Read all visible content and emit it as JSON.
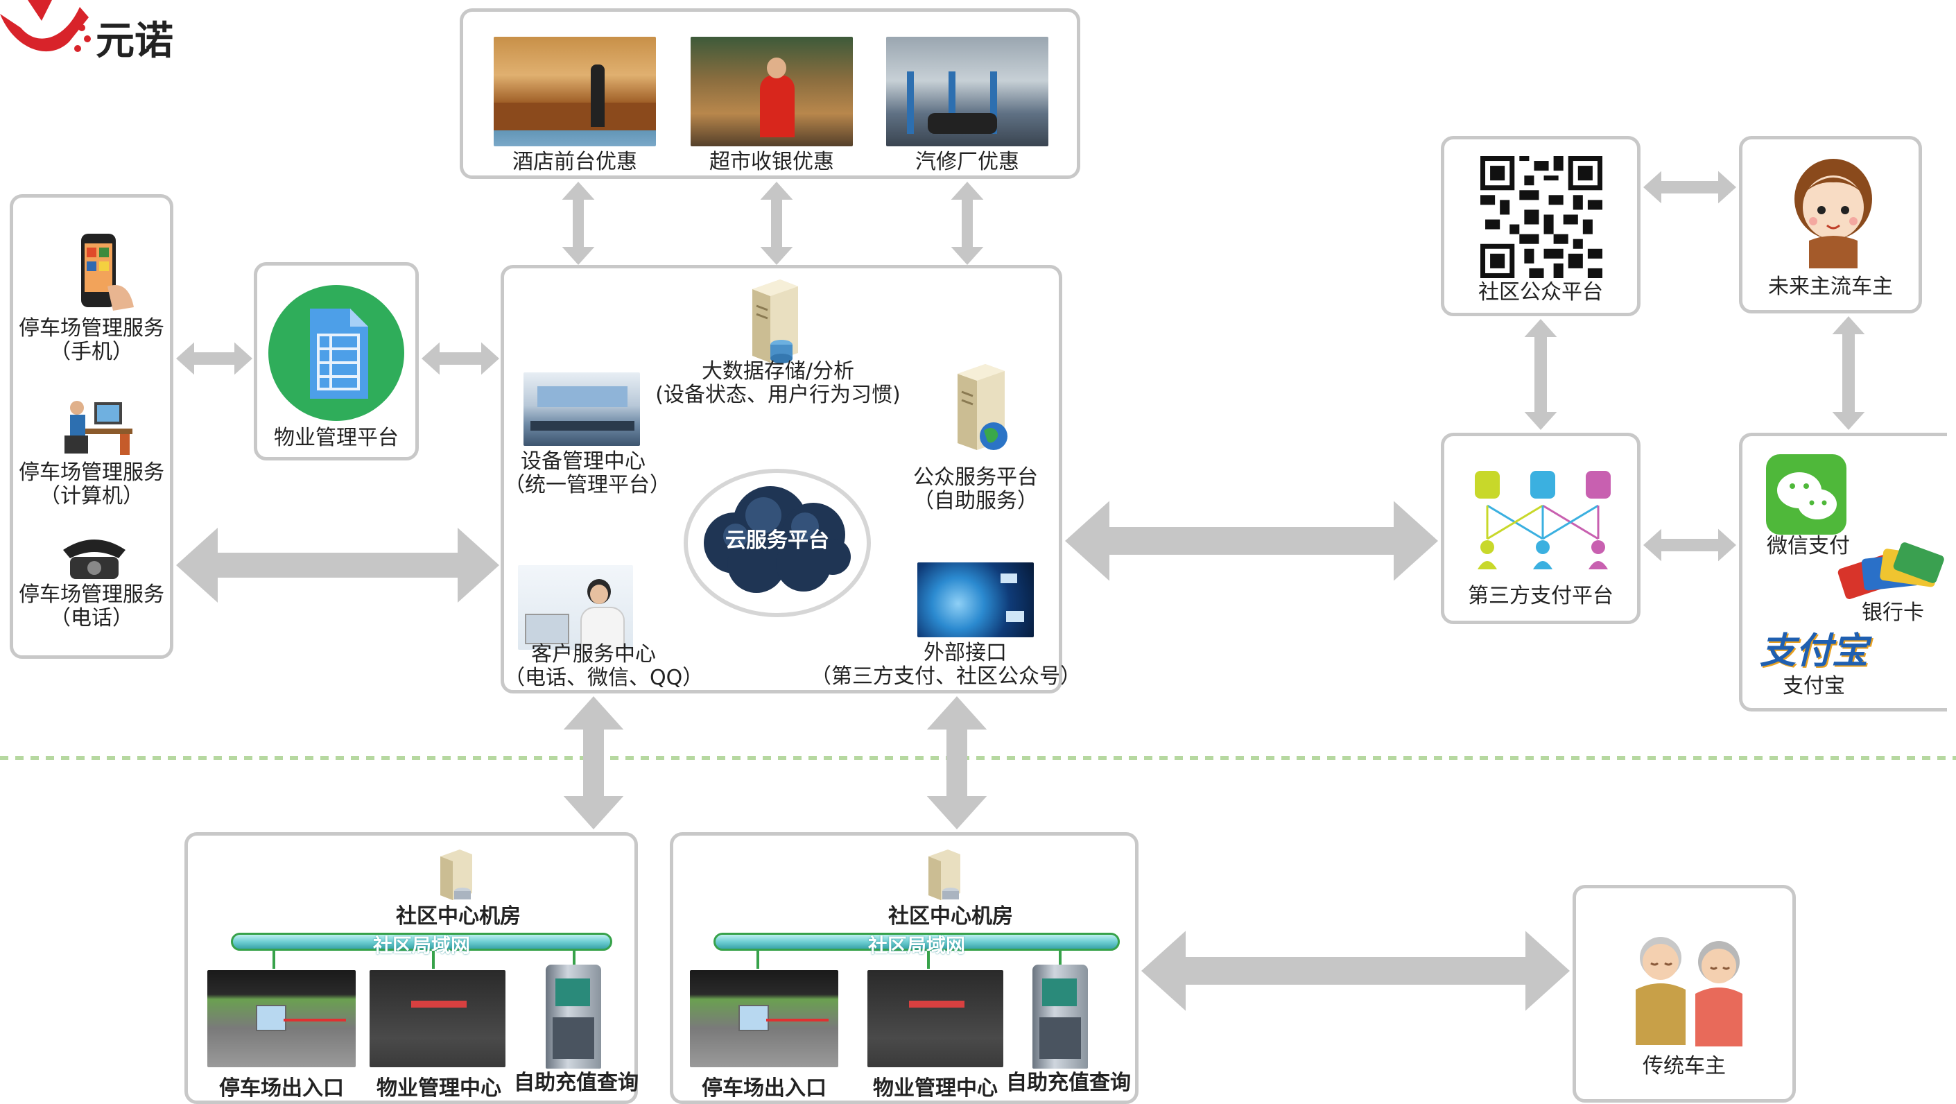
{
  "brand": {
    "name": "元诺",
    "logo_icon": "yuannuo-logo-icon"
  },
  "colors": {
    "arrow": "#c6c6c6",
    "box_border": "#c8c8c8",
    "brand_red": "#d8232a",
    "dashed_divider": "#b6d8a0",
    "lan_bar": "#6fcfd3",
    "cloud": "#1f3554",
    "wechat_green": "#4fb83a"
  },
  "top_services": [
    {
      "label": "酒店前台优惠",
      "icon": "hotel-front-desk-photo"
    },
    {
      "label": "超市收银优惠",
      "icon": "supermarket-checkout-photo"
    },
    {
      "label": "汽修厂优惠",
      "icon": "auto-repair-shop-photo"
    }
  ],
  "left_clients": [
    {
      "line1": "停车场管理服务",
      "line2": "（手机）",
      "icon": "mobile-phone-icon"
    },
    {
      "line1": "停车场管理服务",
      "line2": "（计算机）",
      "icon": "computer-user-icon"
    },
    {
      "line1": "停车场管理服务",
      "line2": "（电话）",
      "icon": "telephone-icon"
    }
  ],
  "property_platform": {
    "label": "物业管理平台",
    "icon": "document-icon"
  },
  "cloud_center": {
    "cloud_label": "云服务平台",
    "big_data": {
      "line1": "大数据存储/分析",
      "line2": "(设备状态、用户行为习惯)"
    },
    "device_mgmt": {
      "line1": "设备管理中心",
      "line2": "（统一管理平台）"
    },
    "public_service": {
      "line1": "公众服务平台",
      "line2": "（自助服务）"
    },
    "customer_service": {
      "line1": "客户服务中心",
      "line2": "（电话、微信、QQ）"
    },
    "external_api": {
      "line1": "外部接口",
      "line2": "（第三方支付、社区公众号）"
    }
  },
  "community_public": {
    "label": "社区公众平台",
    "icon": "qr-code-icon"
  },
  "future_owner": {
    "label": "未来主流车主",
    "icon": "young-driver-avatar"
  },
  "third_party_pay": {
    "label": "第三方支付平台",
    "icon": "payment-network-icon"
  },
  "payment_methods": {
    "wechat": "微信支付",
    "bank_card": "银行卡",
    "alipay_logo": "支付宝",
    "alipay": "支付宝"
  },
  "sites": [
    {
      "room": "社区中心机房",
      "lan": "社区局域网",
      "items": [
        "停车场出入口",
        "物业管理中心",
        "自助充值查询"
      ]
    },
    {
      "room": "社区中心机房",
      "lan": "社区局域网",
      "items": [
        "停车场出入口",
        "物业管理中心",
        "自助充值查询"
      ]
    }
  ],
  "traditional_owner": {
    "label": "传统车主",
    "icon": "elderly-couple-avatar"
  }
}
